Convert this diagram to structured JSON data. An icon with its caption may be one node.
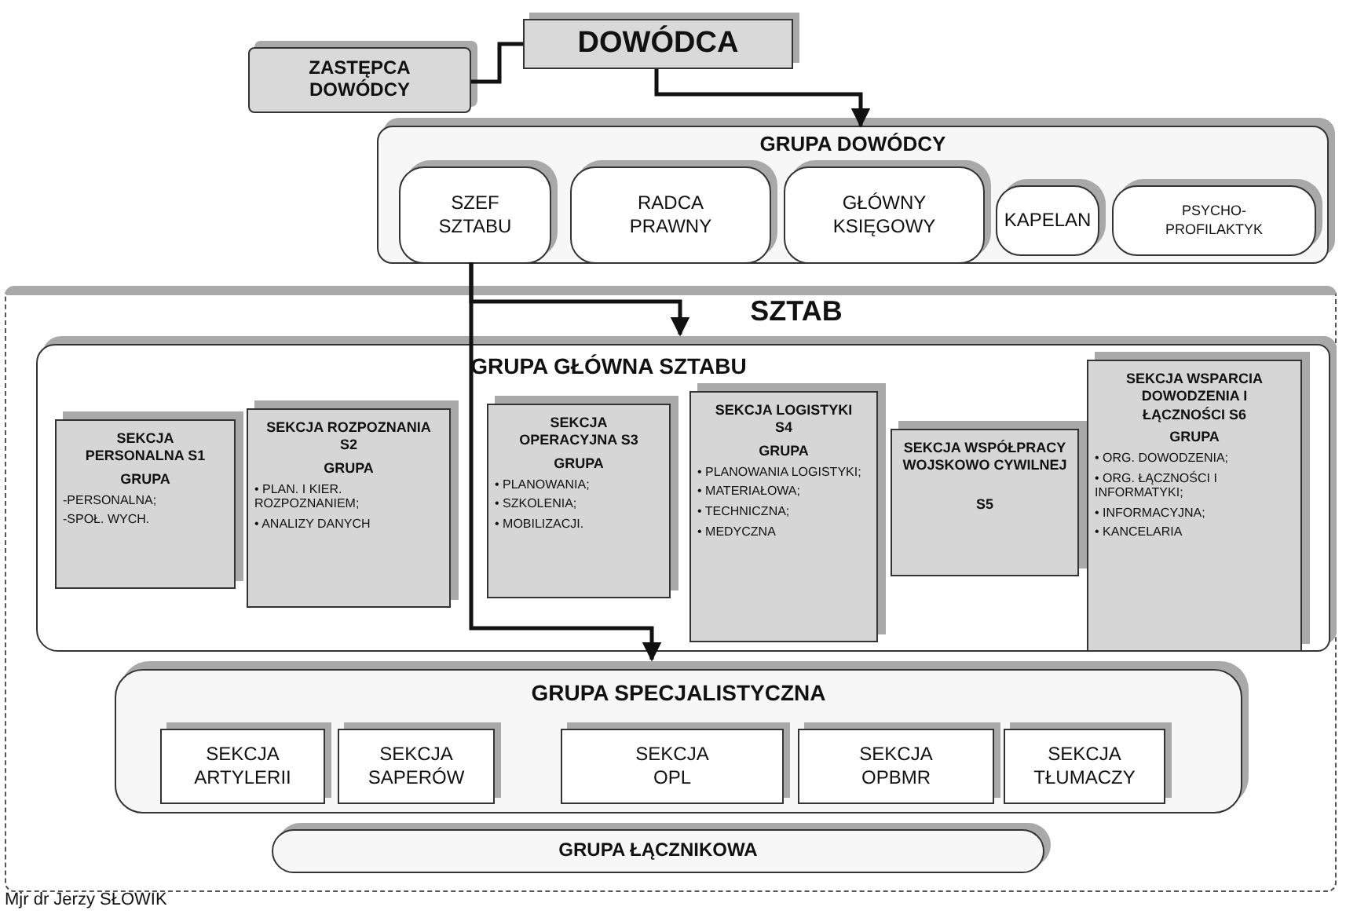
{
  "diagram": {
    "caption": "Mjr dr Jerzy SŁOWIK",
    "nodes": [
      {
        "text": [
          "DOWÓDCA"
        ]
      },
      {
        "text": [
          "ZASTĘPCA DOWÓDCY"
        ]
      },
      {
        "text": [
          "GRUPA DOWÓDCY"
        ]
      },
      {
        "text": [
          "SZEF SZTABU"
        ],
        "in": 2
      },
      {
        "text": [
          "RADCA PRAWNY"
        ],
        "in": 2
      },
      {
        "text": [
          "GŁÓWNY KSIĘGOWY"
        ],
        "in": 2
      },
      {
        "text": [
          "KAPELAN"
        ],
        "in": 2
      },
      {
        "text": [
          "PSYCHO- PROFILAKTYK"
        ],
        "in": 2
      },
      {
        "text": [
          "SZTAB"
        ]
      },
      {
        "text": [
          "GRUPA GŁÓWNA SZTABU"
        ],
        "in": 8
      },
      {
        "text": [
          "SEKCJA PERSONALNA S1",
          "GRUPA",
          "-PERSONALNA;",
          "-SPOŁ. WYCH."
        ],
        "in": 9
      },
      {
        "text": [
          "SEKCJA ROZPOZNANIA S2",
          "GRUPA",
          "• PLAN. I KIER. ROZPOZNANIEM;",
          "• ANALIZY DANYCH"
        ],
        "in": 9
      },
      {
        "text": [
          "SEKCJA OPERACYJNA S3",
          "GRUPA",
          "• PLANOWANIA;",
          "• SZKOLENIA;",
          "• MOBILIZACJI."
        ],
        "in": 9
      },
      {
        "text": [
          "SEKCJA LOGISTYKI S4",
          "GRUPA",
          "• PLANOWANIA LOGISTYKI;",
          "• MATERIAŁOWA;",
          "• TECHNICZNA;",
          "• MEDYCZNA"
        ],
        "in": 9
      },
      {
        "text": [
          "SEKCJA WSPÓŁPRACY WOJSKOWO CYWILNEJ",
          "S5"
        ],
        "in": 9
      },
      {
        "text": [
          "SEKCJA WSPARCIA DOWODZENIA I ŁĄCZNOŚCI S6",
          "GRUPA",
          "• ORG. DOWODZENIA;",
          "• ORG. ŁĄCZNOŚCI I INFORMATYKI;",
          "• INFORMACYJNA;",
          "• KANCELARIA"
        ],
        "in": 9
      },
      {
        "text": [
          "GRUPA SPECJALISTYCZNA"
        ],
        "in": 8
      },
      {
        "text": [
          "SEKCJA ARTYLERII"
        ],
        "in": 16
      },
      {
        "text": [
          "SEKCJA SAPERÓW"
        ],
        "in": 16
      },
      {
        "text": [
          "SEKCJA OPL"
        ],
        "in": 16
      },
      {
        "text": [
          "SEKCJA OPBMR"
        ],
        "in": 16
      },
      {
        "text": [
          "SEKCJA TŁUMACZY"
        ],
        "in": 16
      },
      {
        "text": [
          "GRUPA ŁĄCZNIKOWA"
        ],
        "in": 8
      }
    ],
    "edges": [
      {
        "from": 0,
        "to": 1,
        "arrow": "none"
      },
      {
        "from": 0,
        "to": 2,
        "arrow": "to"
      },
      {
        "from": 3,
        "to": 9,
        "arrow": "to"
      },
      {
        "from": 3,
        "to": 16,
        "arrow": "to"
      }
    ]
  }
}
